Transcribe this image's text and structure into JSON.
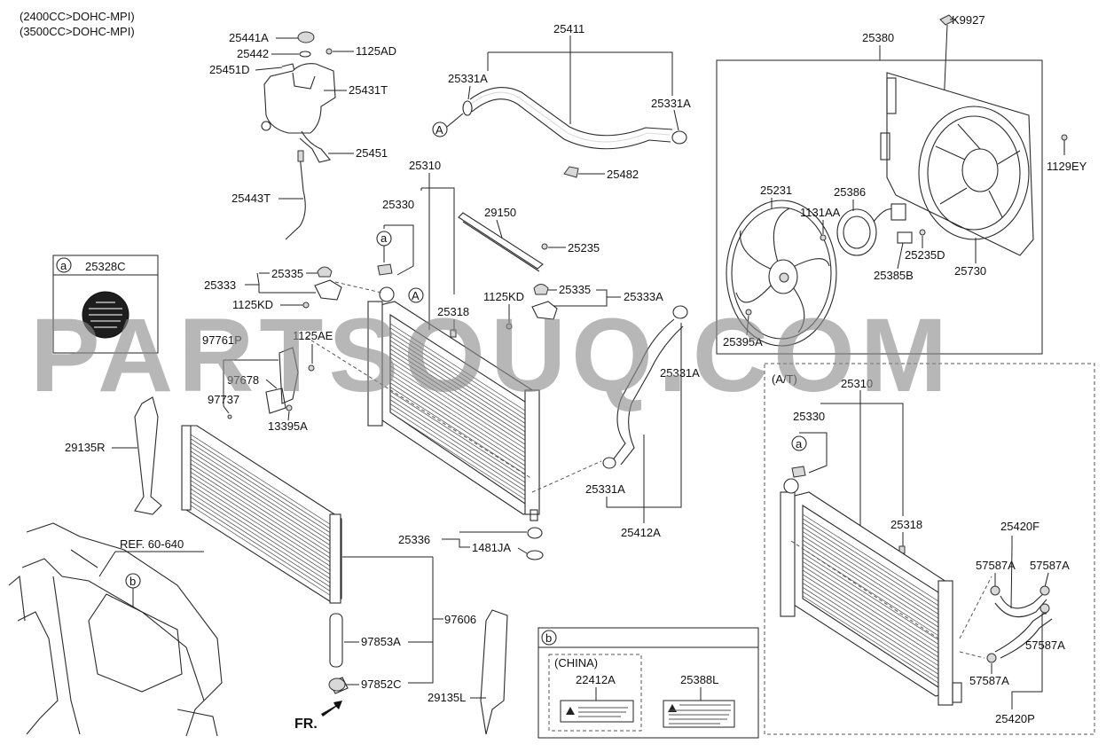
{
  "header": {
    "line1": "(2400CC>DOHC-MPI)",
    "line2": "(3500CC>DOHC-MPI)"
  },
  "watermark": "PARTSOUQ.COM",
  "direction_label": "FR.",
  "reference_label": "REF. 60-640",
  "callout_a": "a",
  "callout_b": "b",
  "callout_A": "A",
  "boxes": {
    "a_title": "25328C",
    "at_title": "(A/T)",
    "china_label": "(CHINA)"
  },
  "part_labels": {
    "p25441A": "25441A",
    "p25442": "25442",
    "p1125AD": "1125AD",
    "p25451D": "25451D",
    "p25431T": "25431T",
    "p25451": "25451",
    "p25443T": "25443T",
    "p25411": "25411",
    "p25331A_1": "25331A",
    "p25331A_2": "25331A",
    "p25482": "25482",
    "pK9927": "K9927",
    "p25380": "25380",
    "p1129EY": "1129EY",
    "p25310": "25310",
    "p25330": "25330",
    "p29150": "29150",
    "p25235": "25235",
    "p25333": "25333",
    "p25335_1": "25335",
    "p1125KD_1": "1125KD",
    "p25318": "25318",
    "p1125KD_2": "1125KD",
    "p25335_2": "25335",
    "p25333A": "25333A",
    "p25231": "25231",
    "p25386": "25386",
    "p1131AA": "1131AA",
    "p25235D": "25235D",
    "p25385B": "25385B",
    "p25730": "25730",
    "p25395A": "25395A",
    "p97761P": "97761P",
    "p1125AE": "1125AE",
    "p97678": "97678",
    "p97737": "97737",
    "p13395A": "13395A",
    "p25331A_3": "25331A",
    "p29135R": "29135R",
    "p25331A_4": "25331A",
    "p25412A": "25412A",
    "p25336": "25336",
    "p1481JA": "1481JA",
    "p97606": "97606",
    "p97853A": "97853A",
    "p97852C": "97852C",
    "p29135L": "29135L",
    "p22412A": "22412A",
    "p25388L": "25388L",
    "at_25310": "25310",
    "at_25330": "25330",
    "at_25318": "25318",
    "at_25420F": "25420F",
    "at_57587A_1": "57587A",
    "at_57587A_2": "57587A",
    "at_57587A_3": "57587A",
    "at_57587A_4": "57587A",
    "at_25420P": "25420P"
  }
}
